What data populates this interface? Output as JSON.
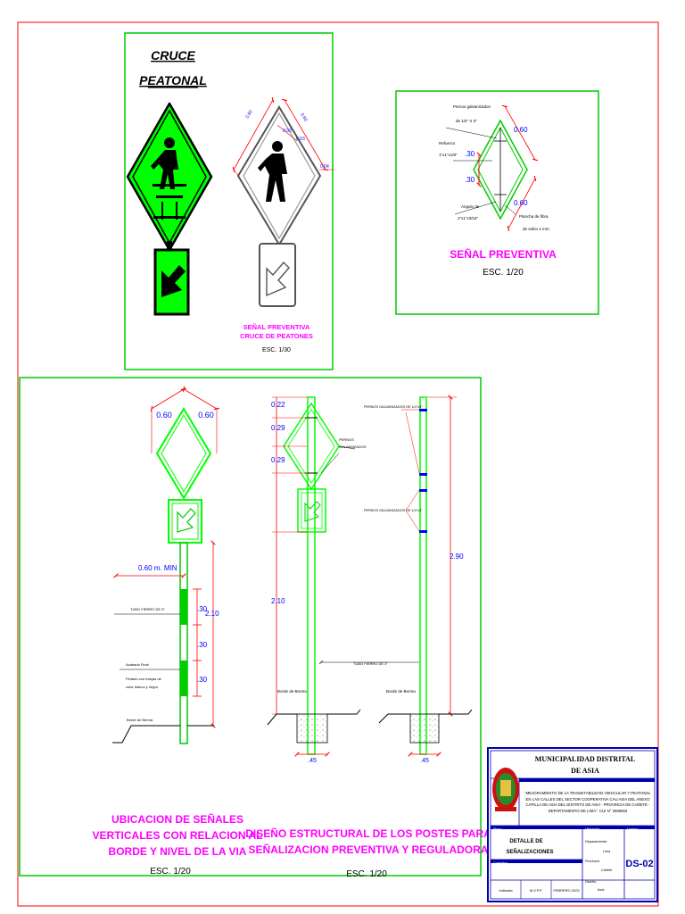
{
  "panel1": {
    "title_line1": "CRUCE",
    "title_line2": "PEATONAL",
    "caption_line1": "SEÑAL PREVENTIVA",
    "caption_line2": "CRUCE DE PEATONES",
    "scale": "ESC. 1/30",
    "dims": [
      "0.60",
      "0.60",
      "0.03",
      "0.03",
      "0.04"
    ]
  },
  "panel2": {
    "caption": "SEÑAL PREVENTIVA",
    "scale": "ESC. 1/20",
    "notes": {
      "pernos_l1": "Pernos galvanizados",
      "pernos_l2": "de 1/4\" X 3\"",
      "refuerzo_l1": "Refuerzo",
      "refuerzo_l2": "1\"x1\"x1/8\"",
      "angulo_l1": "Angulo de",
      "angulo_l2": "1\"x1\"x3/16\"",
      "plancha_l1": "Plancha de fibra",
      "plancha_l2": "de vidrio 4 mm."
    },
    "dims": {
      "d30a": ".30",
      "d30b": ".30",
      "d60a": "0.60",
      "d60b": "0.60"
    }
  },
  "panel3": {
    "caption_line1": "UBICACION DE SEÑALES",
    "caption_line2": "VERTICALES CON RELACION AL",
    "caption_line3": "BORDE Y NIVEL DE LA VIA",
    "scale": "ESC. 1/20",
    "dims": {
      "top_left": "0.60",
      "top_right": "0.60",
      "min": "0.60 m. MIN",
      "d1": ".30",
      "d2": ".30",
      "d3": ".30",
      "total": "2.10"
    },
    "notes": {
      "tubo": "TUBO FIERRO DE 3\"",
      "acabado": "Acabado Final",
      "pintado_l1": "Pintado con franjas de",
      "pintado_l2": "color blanco y negro",
      "borde": "Borde de Berma"
    }
  },
  "panel4": {
    "caption_line1": "DISEÑO ESTRUCTURAL DE LOS POSTES PARA",
    "caption_line2": "SEÑALIZACION PREVENTIVA Y REGULADORA",
    "scale": "ESC. 1/20",
    "dims": {
      "d022": "0.22",
      "d029a": "0.29",
      "d029b": "0.29",
      "d210": "2.10",
      "d290": "2.90",
      "foot_a": ".45",
      "foot_b": ".45"
    },
    "notes": {
      "pernos_l1": "PERNOS",
      "pernos_l2": "GALVANIZADOS",
      "pernos_top": "PERNOS GALVANIZADOS DE 1/4\"x3\"",
      "pernos_bot": "PERNOS GALVANIZADOS DE 1/4\"x3\"",
      "tubo": "TUBO FIERRO DE 3\"",
      "borde_a": "Borde de Berma",
      "borde_b": "Borde de Berma"
    }
  },
  "titleblock": {
    "entity_line1": "MUNICIPALIDAD DISTRITAL",
    "entity_line2": "DE ASIA",
    "proyecto_label": "Proyecto:",
    "project_desc": "\"MEJORAMIENTO DE LA TRANSITABILIDAD VEHICULAR Y PEATONAL EN LAS CALLES DEL SECTOR COOPERATIVA CAU ASIA DEL ANEXO CAPILLA DE ASIA DEL DISTRITO DE ASIA - PROVINCIA DE CAÑETE - DEPARTAMENTO DE LIMA\". CUI N° 2566662",
    "plano_label": "Plano:",
    "plano_title_l1": "DETALLE DE",
    "plano_title_l2": "SEÑALIZACIONES",
    "ubicacion_label": "Ubicación:",
    "dep_label": "Departamento:",
    "dep_value": "Lima",
    "prov_label": "Provincia:",
    "prov_value": "Cañete",
    "dist_label": "Distrito:",
    "dist_value": "Asia",
    "lamina_label": "Lamina:",
    "sheet": "DS-02",
    "consultor_label": "Consultor:",
    "escala_value": "Indicada",
    "date_value": "FEBRERO 2023",
    "code_value": "M.V.P.P."
  },
  "colors": {
    "frame": "#ff0000",
    "panel": "#00cc00",
    "sign": "#00ff00",
    "caption": "#ff00ff",
    "dim": "#0000ff",
    "tb": "#0000aa"
  }
}
